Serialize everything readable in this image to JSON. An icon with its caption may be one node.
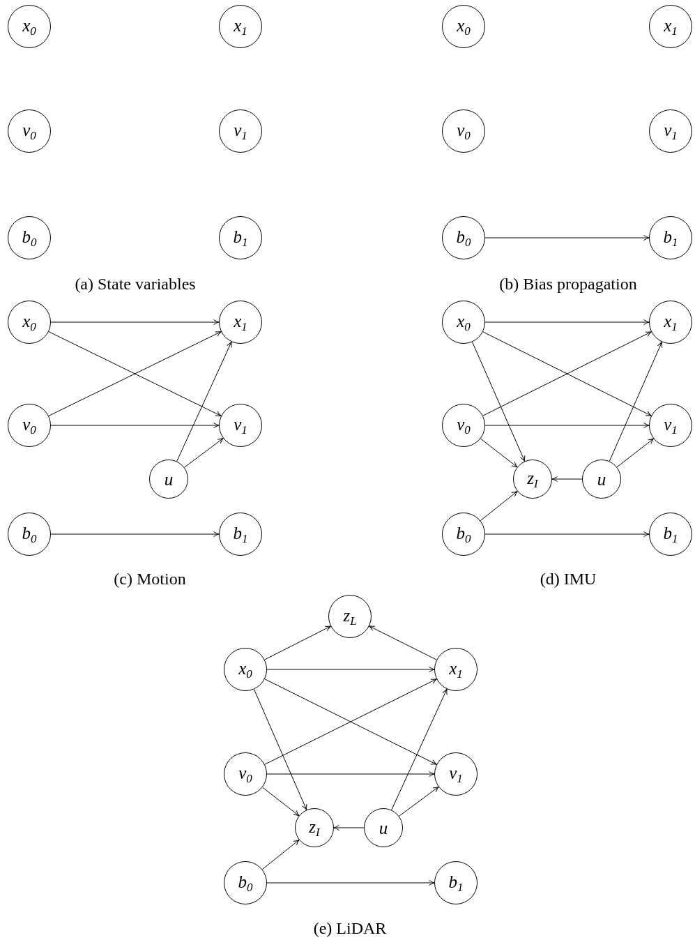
{
  "diagram": {
    "nodes": [
      {
        "text": [
          "x$_{0}$"
        ]
      },
      {
        "text": [
          "x$_{1}$"
        ]
      },
      {
        "text": [
          "v$_{0}$"
        ]
      },
      {
        "text": [
          "v$_{1}$"
        ]
      },
      {
        "text": [
          "b$_{0}$"
        ]
      },
      {
        "text": [
          "b$_{1}$"
        ]
      },
      {
        "text": [
          "x$_{0}$"
        ]
      },
      {
        "text": [
          "x$_{1}$"
        ]
      },
      {
        "text": [
          "v$_{0}$"
        ]
      },
      {
        "text": [
          "v$_{1}$"
        ]
      },
      {
        "text": [
          "b$_{0}$"
        ]
      },
      {
        "text": [
          "b$_{1}$"
        ]
      },
      {
        "text": [
          "x$_{0}$"
        ]
      },
      {
        "text": [
          "x$_{1}$"
        ]
      },
      {
        "text": [
          "v$_{0}$"
        ]
      },
      {
        "text": [
          "v$_{1}$"
        ]
      },
      {
        "text": [
          "u"
        ]
      },
      {
        "text": [
          "b$_{0}$"
        ]
      },
      {
        "text": [
          "b$_{1}$"
        ]
      },
      {
        "text": [
          "x$_{0}$"
        ]
      },
      {
        "text": [
          "x$_{1}$"
        ]
      },
      {
        "text": [
          "v$_{0}$"
        ]
      },
      {
        "text": [
          "v$_{1}$"
        ]
      },
      {
        "text": [
          "z$_{I}$"
        ]
      },
      {
        "text": [
          "u"
        ]
      },
      {
        "text": [
          "b$_{0}$"
        ]
      },
      {
        "text": [
          "b$_{1}$"
        ]
      },
      {
        "text": [
          "z$_{L}$"
        ]
      },
      {
        "text": [
          "x$_{0}$"
        ]
      },
      {
        "text": [
          "x$_{1}$"
        ]
      },
      {
        "text": [
          "v$_{0}$"
        ]
      },
      {
        "text": [
          "v$_{1}$"
        ]
      },
      {
        "text": [
          "z$_{I}$"
        ]
      },
      {
        "text": [
          "u"
        ]
      },
      {
        "text": [
          "b$_{0}$"
        ]
      },
      {
        "text": [
          "b$_{1}$"
        ]
      }
    ],
    "edges": [
      {
        "from": 10,
        "to": 11,
        "arrow": "to"
      },
      {
        "from": 12,
        "to": 13,
        "arrow": "to"
      },
      {
        "from": 12,
        "to": 15,
        "arrow": "to"
      },
      {
        "from": 14,
        "to": 13,
        "arrow": "to"
      },
      {
        "from": 14,
        "to": 15,
        "arrow": "to"
      },
      {
        "from": 16,
        "to": 13,
        "arrow": "to"
      },
      {
        "from": 16,
        "to": 15,
        "arrow": "to"
      },
      {
        "from": 17,
        "to": 18,
        "arrow": "to"
      },
      {
        "from": 19,
        "to": 20,
        "arrow": "to"
      },
      {
        "from": 19,
        "to": 22,
        "arrow": "to"
      },
      {
        "from": 19,
        "to": 23,
        "arrow": "to"
      },
      {
        "from": 21,
        "to": 20,
        "arrow": "to"
      },
      {
        "from": 21,
        "to": 22,
        "arrow": "to"
      },
      {
        "from": 21,
        "to": 23,
        "arrow": "to"
      },
      {
        "from": 24,
        "to": 23,
        "arrow": "to"
      },
      {
        "from": 24,
        "to": 20,
        "arrow": "to"
      },
      {
        "from": 24,
        "to": 22,
        "arrow": "to"
      },
      {
        "from": 25,
        "to": 23,
        "arrow": "to"
      },
      {
        "from": 25,
        "to": 26,
        "arrow": "to"
      },
      {
        "from": 28,
        "to": 27,
        "arrow": "to"
      },
      {
        "from": 29,
        "to": 27,
        "arrow": "to"
      },
      {
        "from": 28,
        "to": 29,
        "arrow": "to"
      },
      {
        "from": 28,
        "to": 31,
        "arrow": "to"
      },
      {
        "from": 28,
        "to": 32,
        "arrow": "to"
      },
      {
        "from": 30,
        "to": 29,
        "arrow": "to"
      },
      {
        "from": 30,
        "to": 31,
        "arrow": "to"
      },
      {
        "from": 30,
        "to": 32,
        "arrow": "to"
      },
      {
        "from": 33,
        "to": 32,
        "arrow": "to"
      },
      {
        "from": 33,
        "to": 29,
        "arrow": "to"
      },
      {
        "from": 33,
        "to": 31,
        "arrow": "to"
      },
      {
        "from": 34,
        "to": 32,
        "arrow": "to"
      },
      {
        "from": 34,
        "to": 35,
        "arrow": "to"
      }
    ],
    "labels": [
      "(a) State variables",
      "(b) Bias propagation",
      "(c) Motion",
      "(d) IMU",
      "(e) LiDAR"
    ]
  }
}
